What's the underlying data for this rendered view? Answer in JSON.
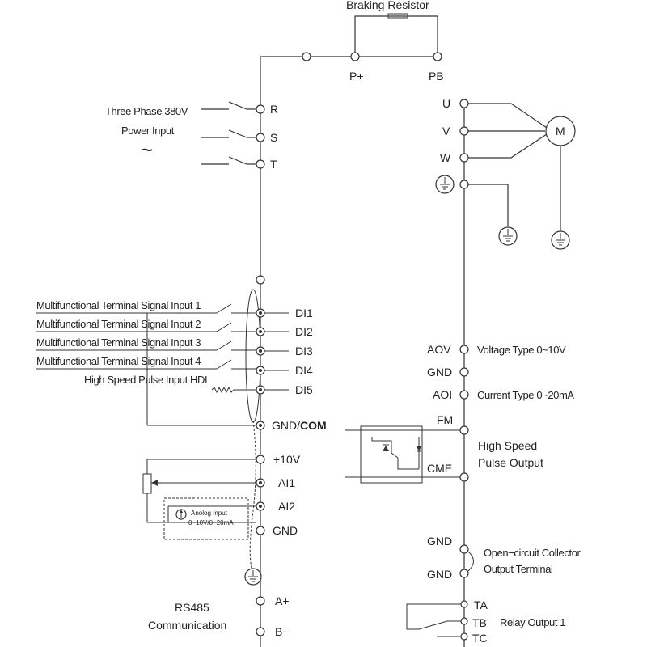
{
  "braking_resistor": "Braking Resistor",
  "bus": {
    "p_plus": "P+",
    "pb": "PB"
  },
  "power": {
    "line1": "Three Phase 380V",
    "line2": "Power Input",
    "tilde": "~",
    "r": "R",
    "s": "S",
    "t": "T"
  },
  "motor": {
    "u": "U",
    "v": "V",
    "w": "W",
    "m": "M"
  },
  "digital_inputs": [
    {
      "label": "Multifunctional Terminal Signal Input 1",
      "terminal": "DI1"
    },
    {
      "label": "Multifunctional Terminal Signal Input 2",
      "terminal": "DI2"
    },
    {
      "label": "Multifunctional Terminal Signal Input 3",
      "terminal": "DI3"
    },
    {
      "label": "Multifunctional Terminal Signal Input 4",
      "terminal": "DI4"
    },
    {
      "label": "High Speed Pulse Input HDI",
      "terminal": "DI5"
    }
  ],
  "gnd_com": {
    "gnd": "GND/",
    "com": "COM"
  },
  "analog": {
    "plus10v": "+10V",
    "ai1": "AI1",
    "ai2": "AI2",
    "gnd": "GND",
    "box_line1": "Anolog Input",
    "box_line2": "0~10V/0~20mA"
  },
  "rs485": {
    "line1": "RS485",
    "line2": "Communication",
    "a": "A+",
    "b": "B−"
  },
  "outputs": {
    "aov": "AOV",
    "aov_desc": "Voltage Type 0~10V",
    "gnd": "GND",
    "aoi": "AOI",
    "aoi_desc": "Current Type 0~20mA",
    "fm": "FM",
    "cme": "CME",
    "pulse_line1": "High Speed",
    "pulse_line2": "Pulse Output"
  },
  "open_collector": {
    "gnd1": "GND",
    "gnd2": "GND",
    "line1": "Open−circuit Collector",
    "line2": "Output Terminal"
  },
  "relay": {
    "ta": "TA",
    "tb": "TB",
    "tc": "TC",
    "label": "Relay Output 1"
  }
}
